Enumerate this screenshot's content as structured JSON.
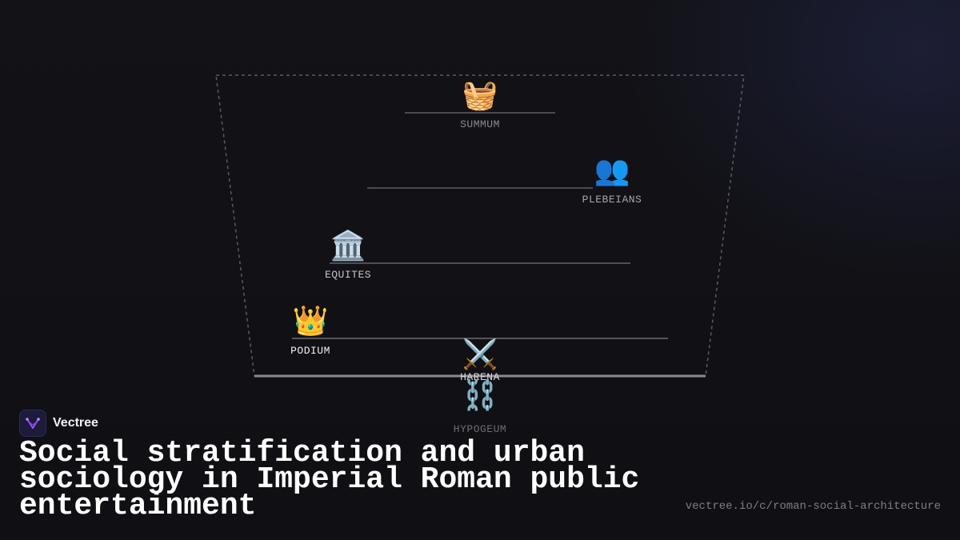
{
  "diagram": {
    "tiers": [
      {
        "id": "summum",
        "label": "SUMMUM",
        "icon": "basket-icon",
        "glyph": "🧺",
        "label_color": "#8a8a92"
      },
      {
        "id": "plebeians",
        "label": "PLEBEIANS",
        "icon": "people-icon",
        "glyph": "👥",
        "label_color": "#a4a4ab"
      },
      {
        "id": "equites",
        "label": "EQUITES",
        "icon": "classical-building-icon",
        "glyph": "🏛️",
        "label_color": "#c4c4ca"
      },
      {
        "id": "podium",
        "label": "PODIUM",
        "icon": "crown-icon",
        "glyph": "👑",
        "label_color": "#f2f2f5"
      },
      {
        "id": "harena",
        "label": "HARENA",
        "icon": "crossed-swords-icon",
        "glyph": "⚔️",
        "label_color": "#d8d8dd"
      },
      {
        "id": "hypogeum",
        "label": "HYPOGEUM",
        "icon": "chains-icon",
        "glyph": "⛓️",
        "label_color": "#6c6c74"
      }
    ]
  },
  "brand": {
    "name": "Vectree",
    "logo_icon": "vectree-logo-icon",
    "accent": "#a855f7"
  },
  "footer": {
    "title": "Social stratification and urban sociology in Imperial Roman public entertainment",
    "url": "vectree.io/c/roman-social-architecture"
  }
}
